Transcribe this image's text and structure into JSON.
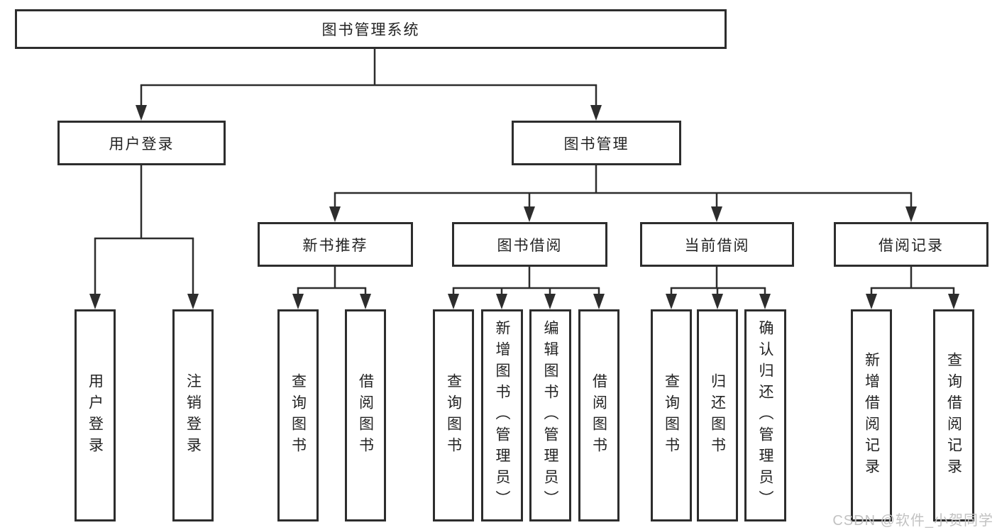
{
  "diagram": {
    "root": {
      "label": "图书管理系统"
    },
    "branches": [
      {
        "label": "用户登录",
        "children": [
          {
            "label": "用户登录"
          },
          {
            "label": "注销登录"
          }
        ]
      },
      {
        "label": "图书管理",
        "children": [
          {
            "label": "新书推荐",
            "children": [
              {
                "label": "查询图书"
              },
              {
                "label": "借阅图书"
              }
            ]
          },
          {
            "label": "图书借阅",
            "children": [
              {
                "label": "查询图书"
              },
              {
                "label": "新增图书（管理员）"
              },
              {
                "label": "编辑图书（管理员）"
              },
              {
                "label": "借阅图书"
              }
            ]
          },
          {
            "label": "当前借阅",
            "children": [
              {
                "label": "查询图书"
              },
              {
                "label": "归还图书"
              },
              {
                "label": "确认归还（管理员）"
              }
            ]
          },
          {
            "label": "借阅记录",
            "children": [
              {
                "label": "新增借阅记录"
              },
              {
                "label": "查询借阅记录"
              }
            ]
          }
        ]
      }
    ]
  },
  "watermark": {
    "text": "CSDN @软件_小贺同学"
  },
  "colors": {
    "line": "#2d2d2d",
    "box_border": "#2d2d2d",
    "box_background": "#ffffff",
    "text": "#232323",
    "watermark": "#c2c2c2"
  }
}
